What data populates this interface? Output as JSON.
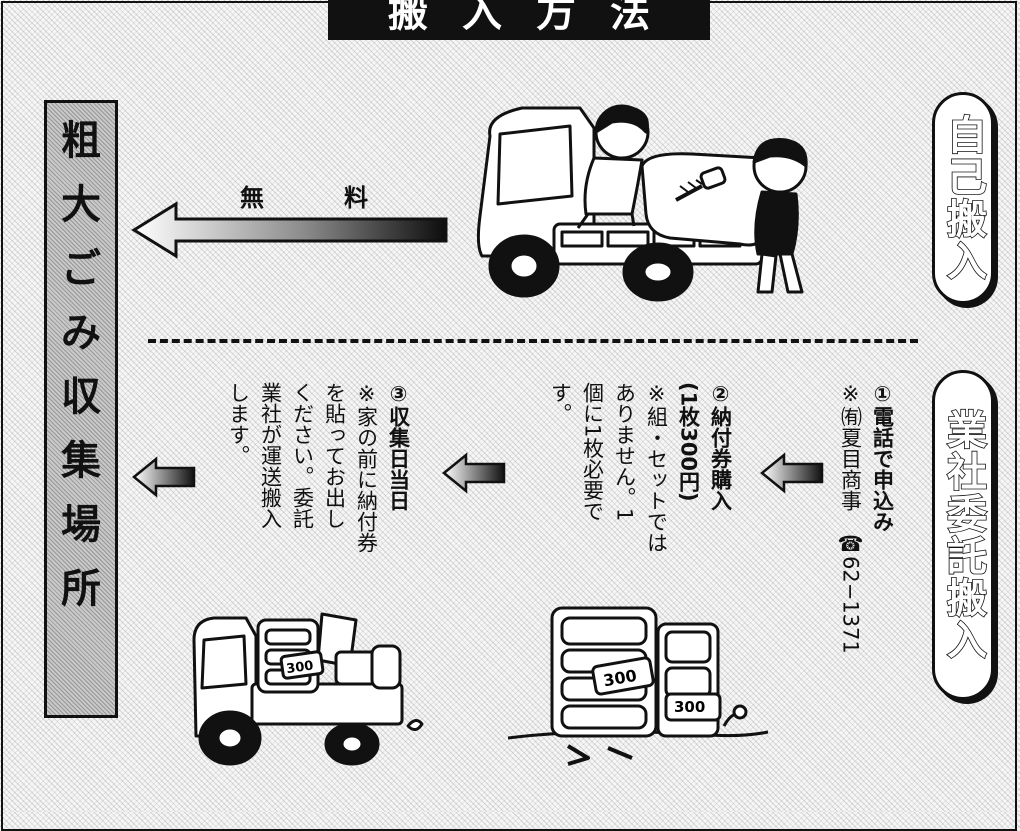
{
  "title": "搬入方法",
  "destination": {
    "chars": [
      "粗",
      "大",
      "ご",
      "み",
      "収",
      "集",
      "場",
      "所"
    ]
  },
  "self_delivery": {
    "label": "自己搬入",
    "fee_label": "無　料"
  },
  "contractor_delivery": {
    "label": "業社委託搬入",
    "steps": [
      {
        "title": "①電話で申込み",
        "lines": [
          "※㈲夏目商事　☎62−1371"
        ]
      },
      {
        "title": "②納付券購入",
        "lines": [
          "(1枚300円)",
          "※組・セットでは",
          "ありません。1",
          "個に1枚必要で",
          "す。"
        ]
      },
      {
        "title": "③収集日当日",
        "lines": [
          "※家の前に納付券",
          "を貼ってお出し",
          "ください。委託",
          "業社が運送搬入",
          "します。"
        ]
      }
    ]
  },
  "illustration": {
    "sticker_text": "300"
  }
}
